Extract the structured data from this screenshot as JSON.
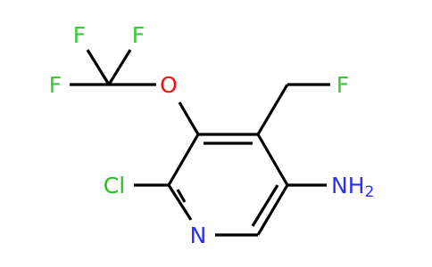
{
  "structure": {
    "colors": {
      "bond": "#000000",
      "F": "#33cc33",
      "Cl": "#1fc41f",
      "O": "#ff0d0d",
      "N": "#2f2ff0"
    },
    "labels": {
      "f1": "F",
      "f2": "F",
      "f3": "F",
      "o": "O",
      "f4": "F",
      "cl": "Cl",
      "n_ring": "N",
      "nh2_main": "NH",
      "nh2_sub": "2"
    }
  }
}
